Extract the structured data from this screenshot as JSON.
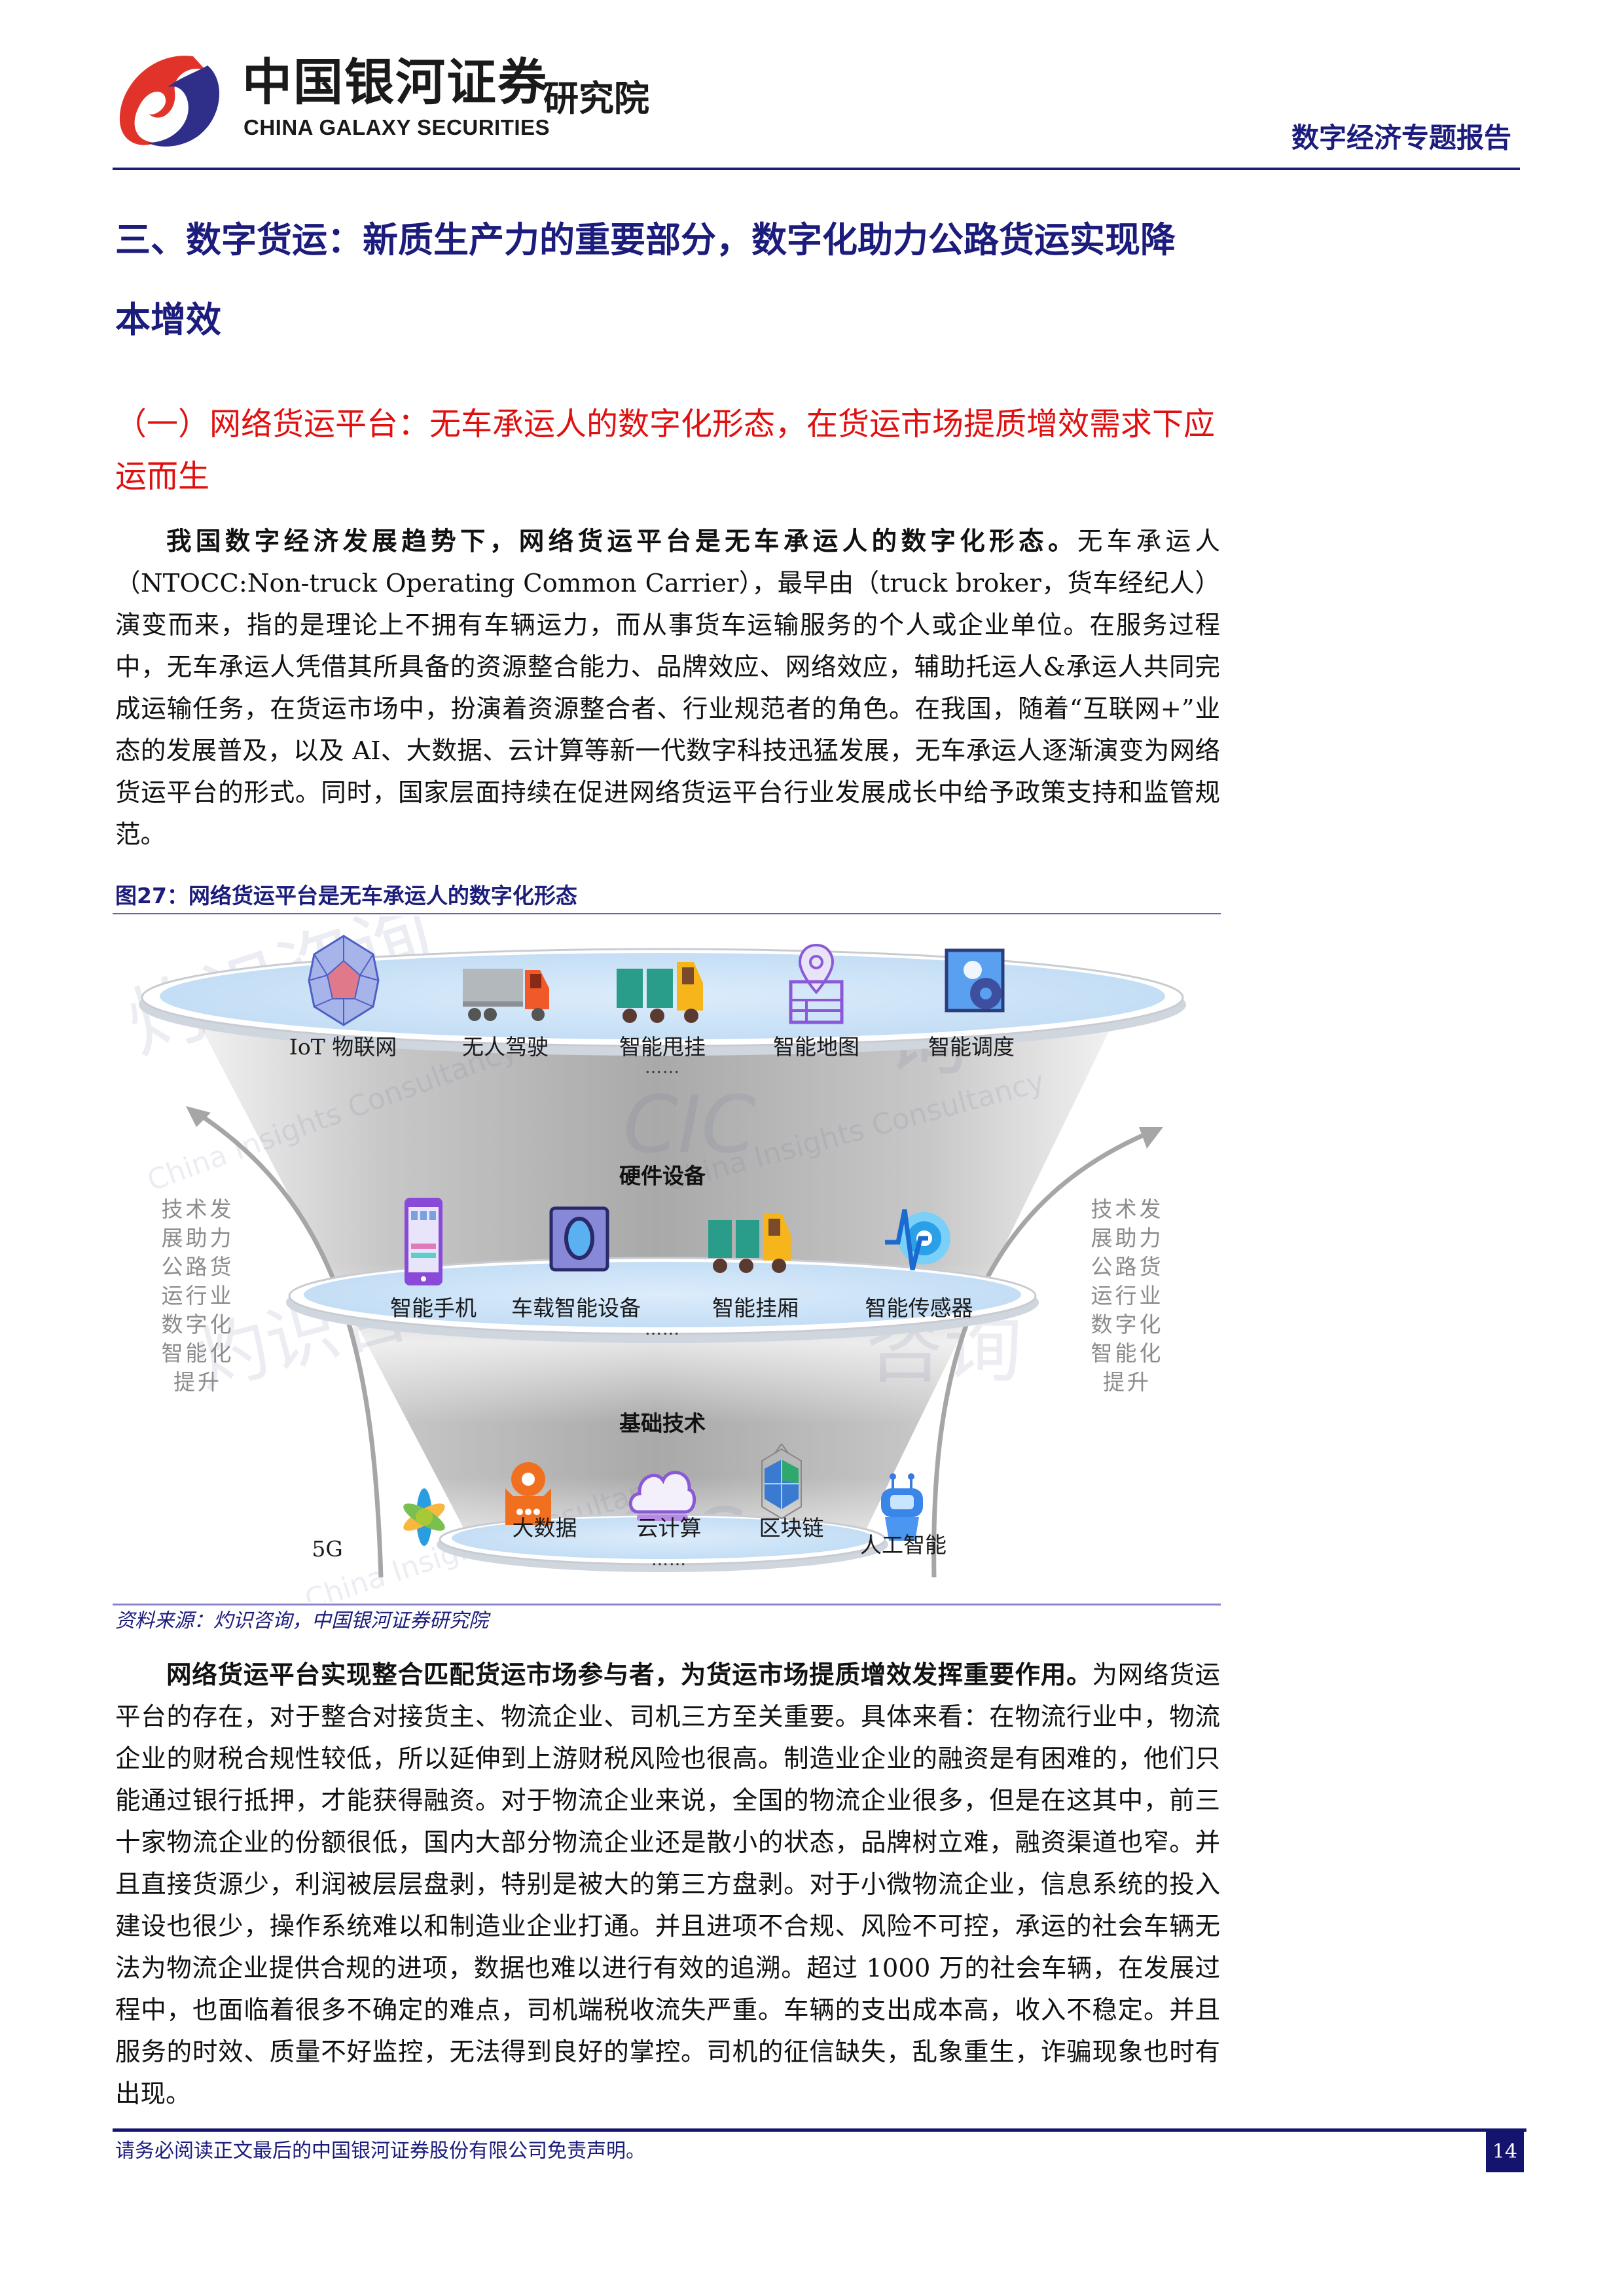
{
  "header": {
    "logo_cn": "中国银河证券",
    "logo_en": "CHINA GALAXY SECURITIES",
    "logo_institute": "研究院",
    "report_title": "数字经济专题报告",
    "colors": {
      "brand_navy": "#1c1c7c",
      "brand_red": "#e2332b",
      "heading_red": "#e01010"
    }
  },
  "section": {
    "h1_line1": "三、数字货运：新质生产力的重要部分，数字化助力公路货运实现降",
    "h1_line2": "本增效",
    "h2_line1": "（一）网络货运平台：无车承运人的数字化形态，在货运市场提质增效需求下应",
    "h2_line2": "运而生"
  },
  "paragraph1": {
    "lead": "我国数字经济发展趋势下，网络货运平台是无车承运人的数字化形态。",
    "body": "无车承运人（NTOCC:Non-truck Operating Common Carrier），最早由（truck broker，货车经纪人）演变而来，指的是理论上不拥有车辆运力，而从事货车运输服务的个人或企业单位。在服务过程中，无车承运人凭借其所具备的资源整合能力、品牌效应、网络效应，辅助托运人&承运人共同完成运输任务，在货运市场中，扮演着资源整合者、行业规范者的角色。在我国，随着“互联网+”业态的发展普及，以及 AI、大数据、云计算等新一代数字科技迅猛发展，无车承运人逐渐演变为网络货运平台的形式。同时，国家层面持续在促进网络货运平台行业发展成长中给予政策支持和监管规范。"
  },
  "figure": {
    "title": "图27：网络货运平台是无车承运人的数字化形态",
    "source": "资料来源：灼识咨询，中国银河证券研究院",
    "side_text": "技术发展助力公路货运行业数字化智能化提升",
    "side_text_lines": [
      "技术发",
      "展助力",
      "公路货",
      "运行业",
      "数字化",
      "智能化",
      "提升"
    ],
    "layers": [
      {
        "name": "top",
        "items": [
          "IoT 物联网",
          "无人驾驶",
          "智能甩挂",
          "智能地图",
          "智能调度"
        ],
        "more": "……"
      },
      {
        "name": "硬件设备",
        "items": [
          "智能手机",
          "车载智能设备",
          "智能挂厢",
          "智能传感器"
        ],
        "more": "……"
      },
      {
        "name": "基础技术",
        "items": [
          "5G",
          "大数据",
          "云计算",
          "区块链",
          "人工智能"
        ],
        "more": "……"
      }
    ],
    "watermark_cn": "灼识咨询",
    "watermark_en": "China Insights Consultancy",
    "watermark_logo": "CIC"
  },
  "paragraph2": {
    "lead": "网络货运平台实现整合匹配货运市场参与者，为货运市场提质增效发挥重要作用。",
    "body": "为网络货运平台的存在，对于整合对接货主、物流企业、司机三方至关重要。具体来看：在物流行业中，物流企业的财税合规性较低，所以延伸到上游财税风险也很高。制造业企业的融资是有困难的，他们只能通过银行抵押，才能获得融资。对于物流企业来说，全国的物流企业很多，但是在这其中，前三十家物流企业的份额很低，国内大部分物流企业还是散小的状态，品牌树立难，融资渠道也窄。并且直接货源少，利润被层层盘剥，特别是被大的第三方盘剥。对于小微物流企业，信息系统的投入建设也很少，操作系统难以和制造业企业打通。并且进项不合规、风险不可控，承运的社会车辆无法为物流企业提供合规的进项，数据也难以进行有效的追溯。超过 1000 万的社会车辆，在发展过程中，也面临着很多不确定的难点，司机端税收流失严重。车辆的支出成本高，收入不稳定。并且服务的时效、质量不好监控，无法得到良好的掌控。司机的征信缺失，乱象重生，诈骗现象也时有出现。"
  },
  "footer": {
    "disclaimer": "请务必阅读正文最后的中国银河证券股份有限公司免责声明。",
    "page_number": "14"
  }
}
